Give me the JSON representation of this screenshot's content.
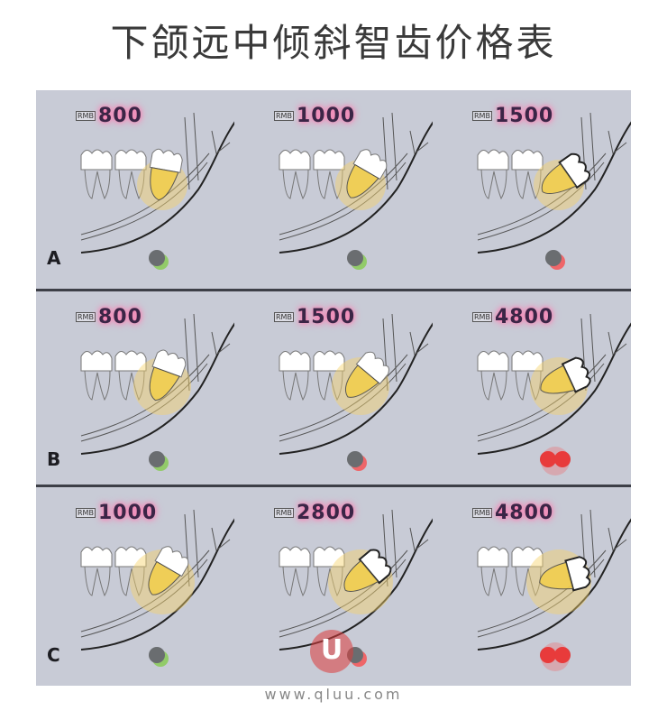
{
  "title": "下颌远中倾斜智齿价格表",
  "currency_label": "RMB",
  "rows": [
    {
      "label": "A",
      "cells": [
        {
          "price": "800",
          "severity": "low"
        },
        {
          "price": "1000",
          "severity": "low"
        },
        {
          "price": "1500",
          "severity": "mid"
        }
      ]
    },
    {
      "label": "B",
      "cells": [
        {
          "price": "800",
          "severity": "low"
        },
        {
          "price": "1500",
          "severity": "mid"
        },
        {
          "price": "4800",
          "severity": "high"
        }
      ]
    },
    {
      "label": "C",
      "cells": [
        {
          "price": "1000",
          "severity": "low"
        },
        {
          "price": "2800",
          "severity": "mid"
        },
        {
          "price": "4800",
          "severity": "high"
        }
      ]
    }
  ],
  "watermark": {
    "text": "www.qluu.com",
    "logo": "U"
  },
  "colors": {
    "panel": "#c8cbd6",
    "price": "#3b2546",
    "glow": "#ff6fa8",
    "tooth_yellow": "#f3cf4a",
    "low": "#7acb3a",
    "mid": "#ff3b3b"
  }
}
